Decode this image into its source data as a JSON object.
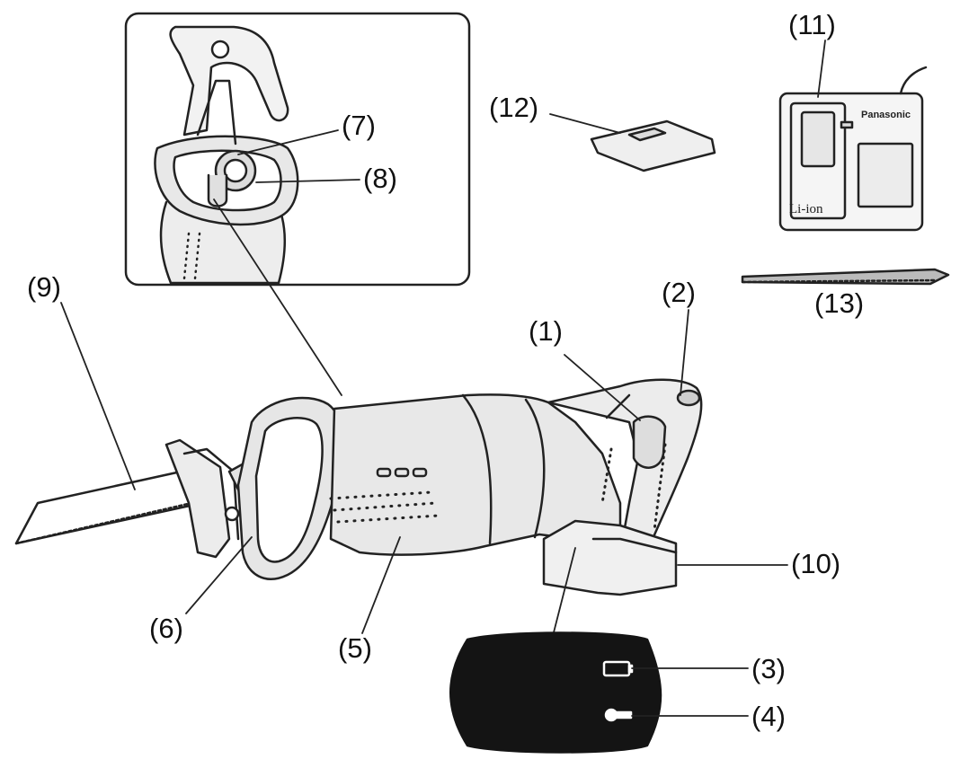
{
  "callouts": {
    "c1": "(1)",
    "c2": "(2)",
    "c3": "(3)",
    "c4": "(4)",
    "c5": "(5)",
    "c6": "(6)",
    "c7": "(7)",
    "c8": "(8)",
    "c9": "(9)",
    "c10": "(10)",
    "c11": "(11)",
    "c12": "(12)",
    "c13": "(13)"
  },
  "charger": {
    "brand": "Panasonic",
    "model": "Li-ion"
  },
  "colors": {
    "line": "#222222",
    "tool_fill": "#e6e6e6",
    "panel_fill": "#141414"
  }
}
